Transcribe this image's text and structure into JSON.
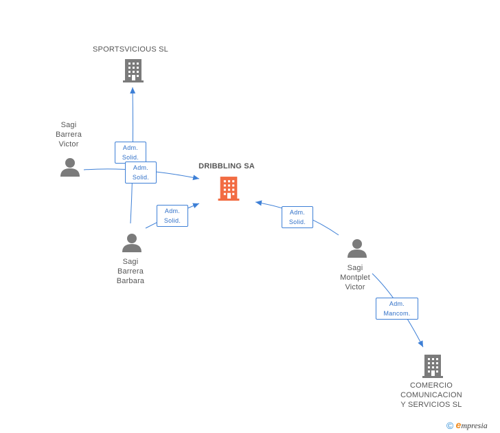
{
  "nodes": {
    "dribbling": {
      "label": "DRIBBLING SA",
      "kind": "company-center",
      "color": "#f26c43"
    },
    "sportsvicious": {
      "label": "SPORTSVICIOUS SL",
      "kind": "company"
    },
    "comercio": {
      "lines": [
        "COMERCIO",
        "COMUNICACION",
        "Y SERVICIOS SL"
      ],
      "kind": "company"
    },
    "victor": {
      "lines": [
        "Sagi",
        "Barrera",
        "Victor"
      ],
      "kind": "person"
    },
    "barbara": {
      "lines": [
        "Sagi",
        "Barrera",
        "Barbara"
      ],
      "kind": "person"
    },
    "montplet": {
      "lines": [
        "Sagi",
        "Montplet",
        "Victor"
      ],
      "kind": "person"
    }
  },
  "edges": [
    {
      "lines": [
        "Adm.",
        "Solid."
      ]
    },
    {
      "lines": [
        "Adm.",
        "Solid."
      ]
    },
    {
      "lines": [
        "Adm.",
        "Solid."
      ]
    },
    {
      "lines": [
        "Adm.",
        "Solid."
      ]
    },
    {
      "lines": [
        "Adm.",
        "Mancom."
      ]
    }
  ],
  "colors": {
    "edge": "#3d7fd6",
    "icon": "#7b7b7b",
    "center": "#f26c43"
  },
  "footer": {
    "copyright": "©",
    "brand_initial": "e",
    "brand_rest": "mpresia"
  }
}
